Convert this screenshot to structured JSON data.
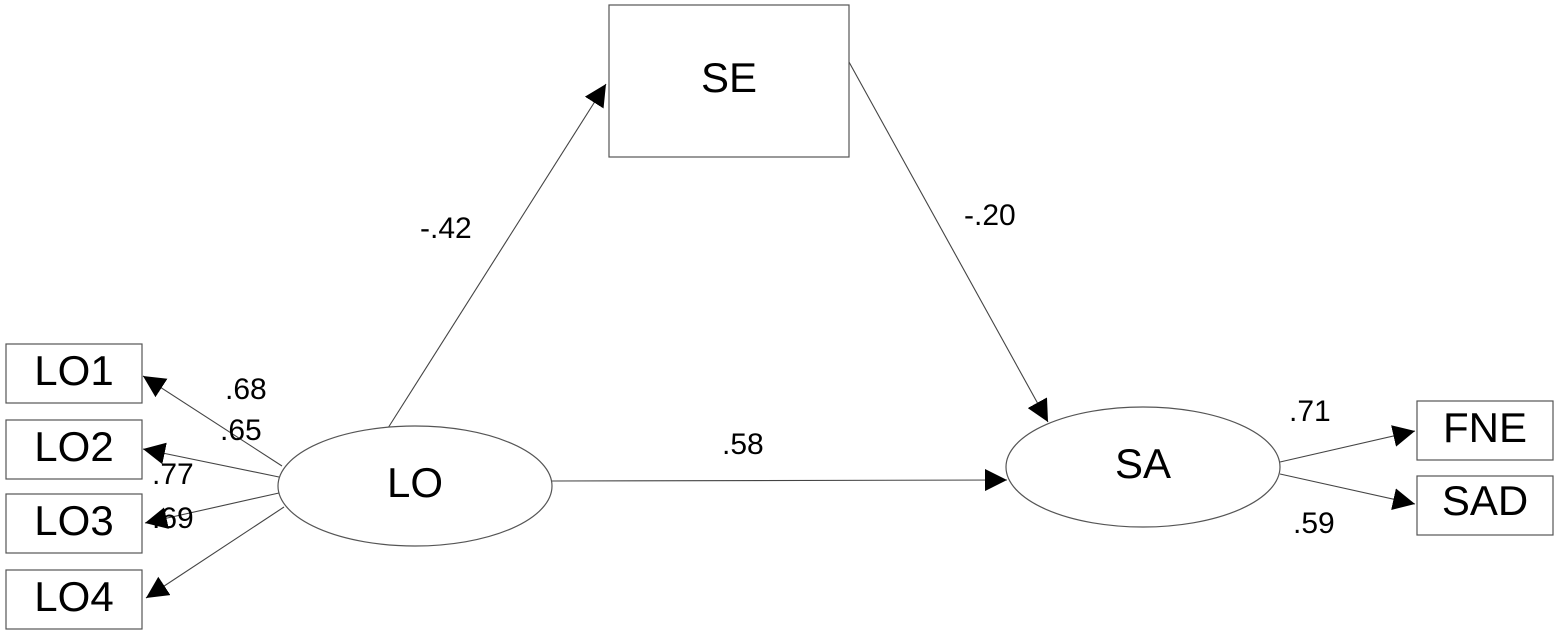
{
  "nodes": {
    "SE": "SE",
    "LO": "LO",
    "SA": "SA",
    "LO1": "LO1",
    "LO2": "LO2",
    "LO3": "LO3",
    "LO4": "LO4",
    "FNE": "FNE",
    "SAD": "SAD"
  },
  "paths": {
    "lo_se": "-.42",
    "se_sa": "-.20",
    "lo_sa": ".58",
    "lo_lo1": ".68",
    "lo_lo2": ".65",
    "lo_lo3": ".77",
    "lo_lo4": ".69",
    "sa_fne": ".71",
    "sa_sad": ".59"
  }
}
